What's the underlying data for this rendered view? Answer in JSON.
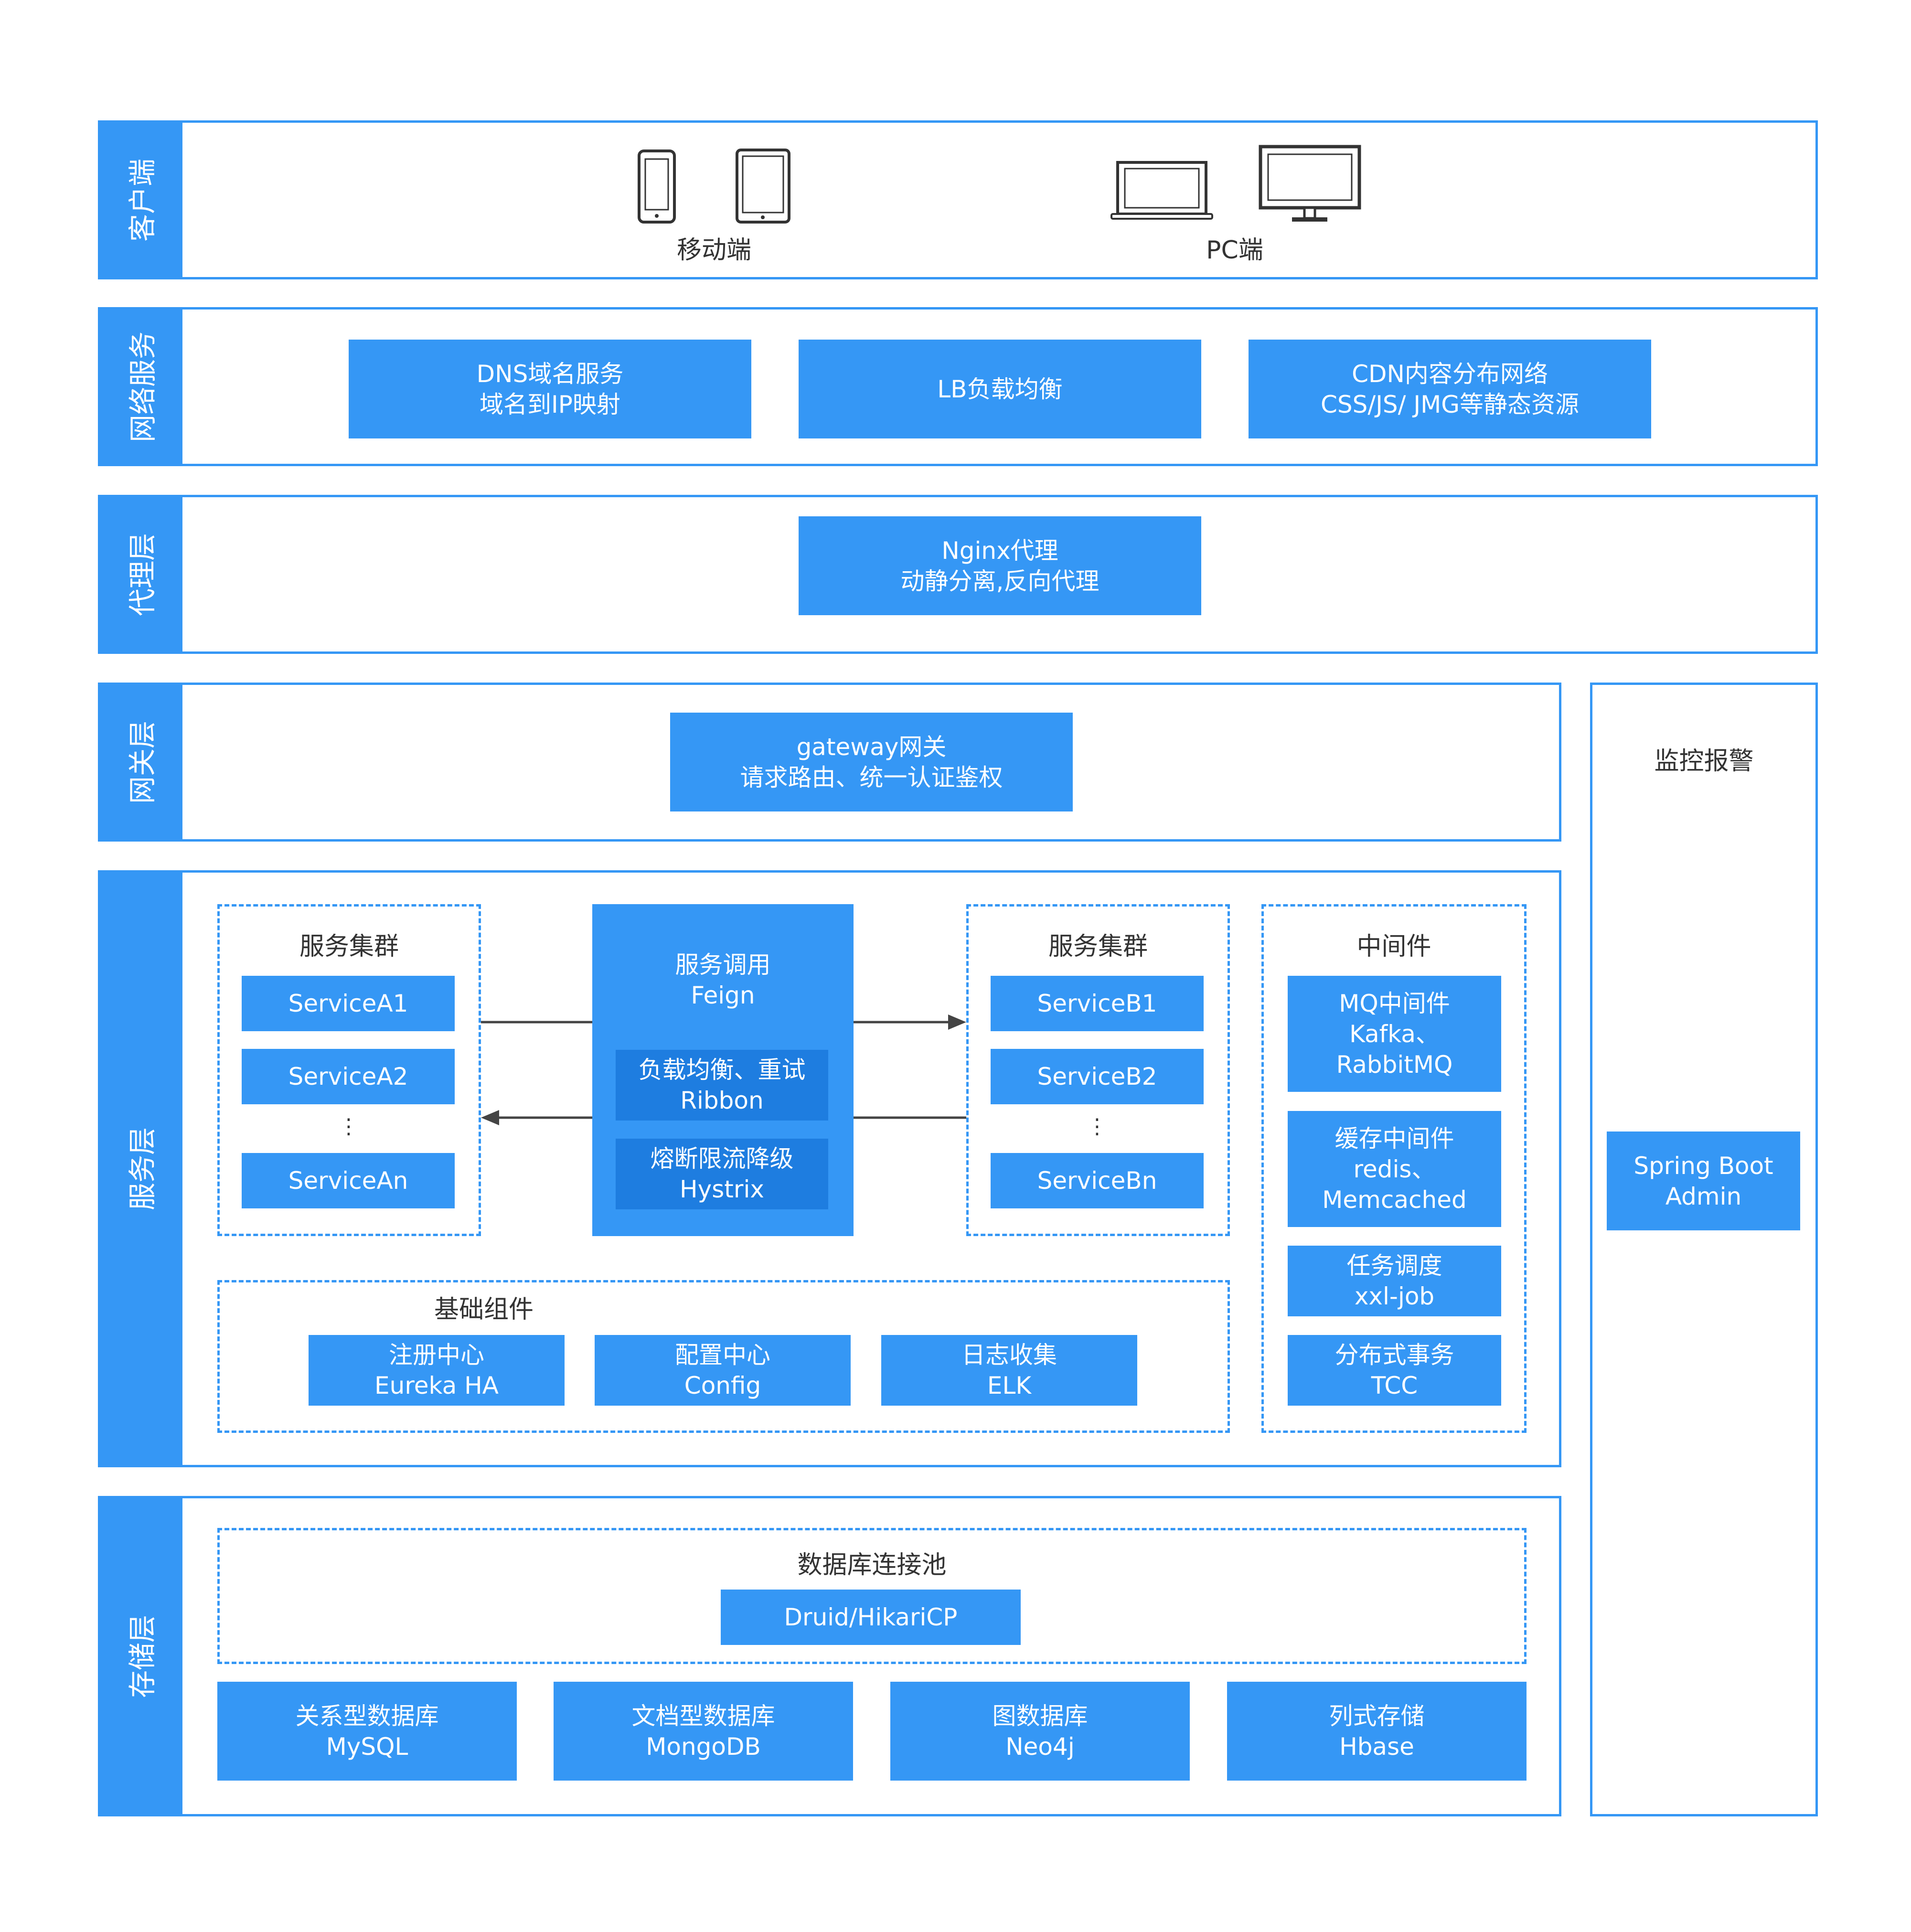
{
  "client": {
    "tab": "客户端",
    "mobile_label": "移动端",
    "pc_label": "PC端",
    "icons": [
      "phone-icon",
      "tablet-icon",
      "laptop-icon",
      "monitor-icon"
    ]
  },
  "network": {
    "tab": "网络服务",
    "dns": {
      "line1": "DNS域名服务",
      "line2": "域名到IP映射"
    },
    "lb": {
      "line1": "LB负载均衡"
    },
    "cdn": {
      "line1": "CDN内容分布网络",
      "line2": "CSS/JS/ JMG等静态资源"
    }
  },
  "proxy": {
    "tab": "代理层",
    "nginx": {
      "line1": "Nginx代理",
      "line2": "动静分离,反向代理"
    }
  },
  "gateway": {
    "tab": "网关层",
    "box": {
      "line1": "gateway网关",
      "line2": "请求路由、统一认证鉴权"
    }
  },
  "monitor": {
    "title": "监控报警",
    "box": {
      "line1": "Spring Boot",
      "line2": "Admin"
    }
  },
  "service": {
    "tab": "服务层",
    "cluster_a": {
      "title": "服务集群",
      "items": [
        "ServiceA1",
        "ServiceA2",
        "ServiceAn"
      ],
      "ellipsis": "⋮"
    },
    "cluster_b": {
      "title": "服务集群",
      "items": [
        "ServiceB1",
        "ServiceB2",
        "ServiceBn"
      ],
      "ellipsis": "⋮"
    },
    "feign": {
      "line1": "服务调用",
      "line2": "Feign",
      "ribbon": {
        "line1": "负载均衡、重试",
        "line2": "Ribbon"
      },
      "hystrix": {
        "line1": "熔断限流降级",
        "line2": "Hystrix"
      }
    },
    "middleware": {
      "title": "中间件",
      "mq": {
        "line1": "MQ中间件",
        "line2": "Kafka、",
        "line3": "RabbitMQ"
      },
      "cache": {
        "line1": "缓存中间件",
        "line2": "redis、",
        "line3": "Memcached"
      },
      "job": {
        "line1": "任务调度",
        "line2": "xxl-job"
      },
      "tx": {
        "line1": "分布式事务",
        "line2": "TCC"
      }
    },
    "base": {
      "title": "基础组件",
      "registry": {
        "line1": "注册中心",
        "line2": "Eureka HA"
      },
      "config": {
        "line1": "配置中心",
        "line2": "Config"
      },
      "log": {
        "line1": "日志收集",
        "line2": "ELK"
      }
    }
  },
  "storage": {
    "tab": "存储层",
    "pool": {
      "title": "数据库连接池",
      "box": "Druid/HikariCP"
    },
    "dbs": [
      {
        "line1": "关系型数据库",
        "line2": "MySQL"
      },
      {
        "line1": "文档型数据库",
        "line2": "MongoDB"
      },
      {
        "line1": "图数据库",
        "line2": "Neo4j"
      },
      {
        "line1": "列式存储",
        "line2": "Hbase"
      }
    ]
  },
  "colors": {
    "accent": "#3597f5",
    "accent_dark": "#1e7de0",
    "arrow": "#444444",
    "text": "#333333"
  }
}
